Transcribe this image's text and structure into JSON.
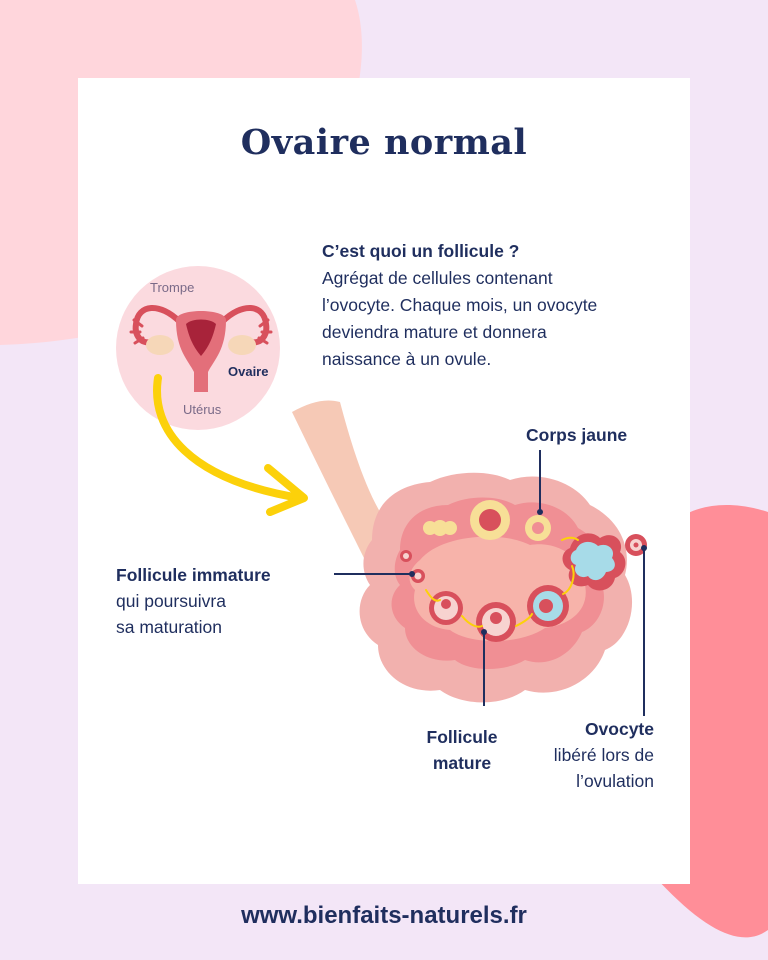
{
  "title": "Ovaire normal",
  "definition": {
    "heading": "C’est quoi un follicule ?",
    "line1": "Agrégat de cellules contenant",
    "line2": "l’ovocyte. Chaque mois, un ovocyte",
    "line3": "deviendra mature et donnera",
    "line4": "naissance à un ovule."
  },
  "uterus_labels": {
    "trompe": "Trompe",
    "ovaire": "Ovaire",
    "uterus": "Utérus"
  },
  "labels": {
    "corps_jaune": "Corps jaune",
    "immature_bold": "Follicule immature",
    "immature_line1": "qui poursuivra",
    "immature_line2": "sa maturation",
    "mature_line1": "Follicule",
    "mature_line2": "mature",
    "ovocyte_bold": "Ovocyte",
    "ovocyte_line1": "libéré lors de",
    "ovocyte_line2": "l’ovulation"
  },
  "footer": "www.bienfaits-naturels.fr",
  "colors": {
    "navy": "#1f2e5e",
    "pink_bg": "#ffd6dc",
    "coral": "#ff8e98",
    "lavender": "#f3e6f7",
    "arrow_yellow": "#fcd10a"
  }
}
